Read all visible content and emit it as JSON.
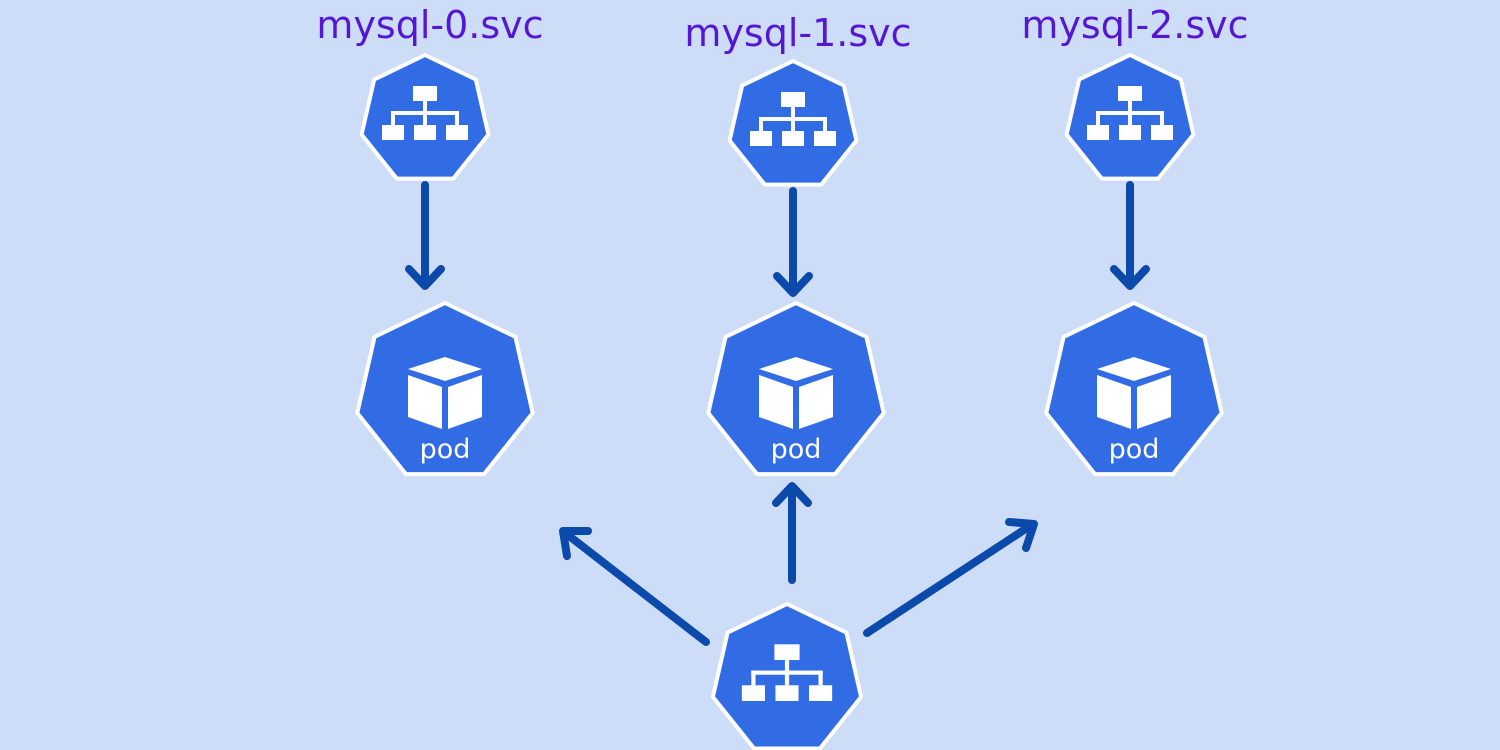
{
  "diagram": {
    "background_color": "#cddcf7",
    "node_color": "#326ce5",
    "arrow_color": "#0b49ab",
    "label_color": "#5417d4",
    "services": [
      {
        "label": "mysql-0.svc",
        "icon": "service-icon"
      },
      {
        "label": "mysql-1.svc",
        "icon": "service-icon"
      },
      {
        "label": "mysql-2.svc",
        "icon": "service-icon"
      }
    ],
    "pods": [
      {
        "label": "pod",
        "icon": "pod-cube-icon"
      },
      {
        "label": "pod",
        "icon": "pod-cube-icon"
      },
      {
        "label": "pod",
        "icon": "pod-cube-icon"
      }
    ],
    "headless_service": {
      "icon": "service-icon"
    }
  }
}
